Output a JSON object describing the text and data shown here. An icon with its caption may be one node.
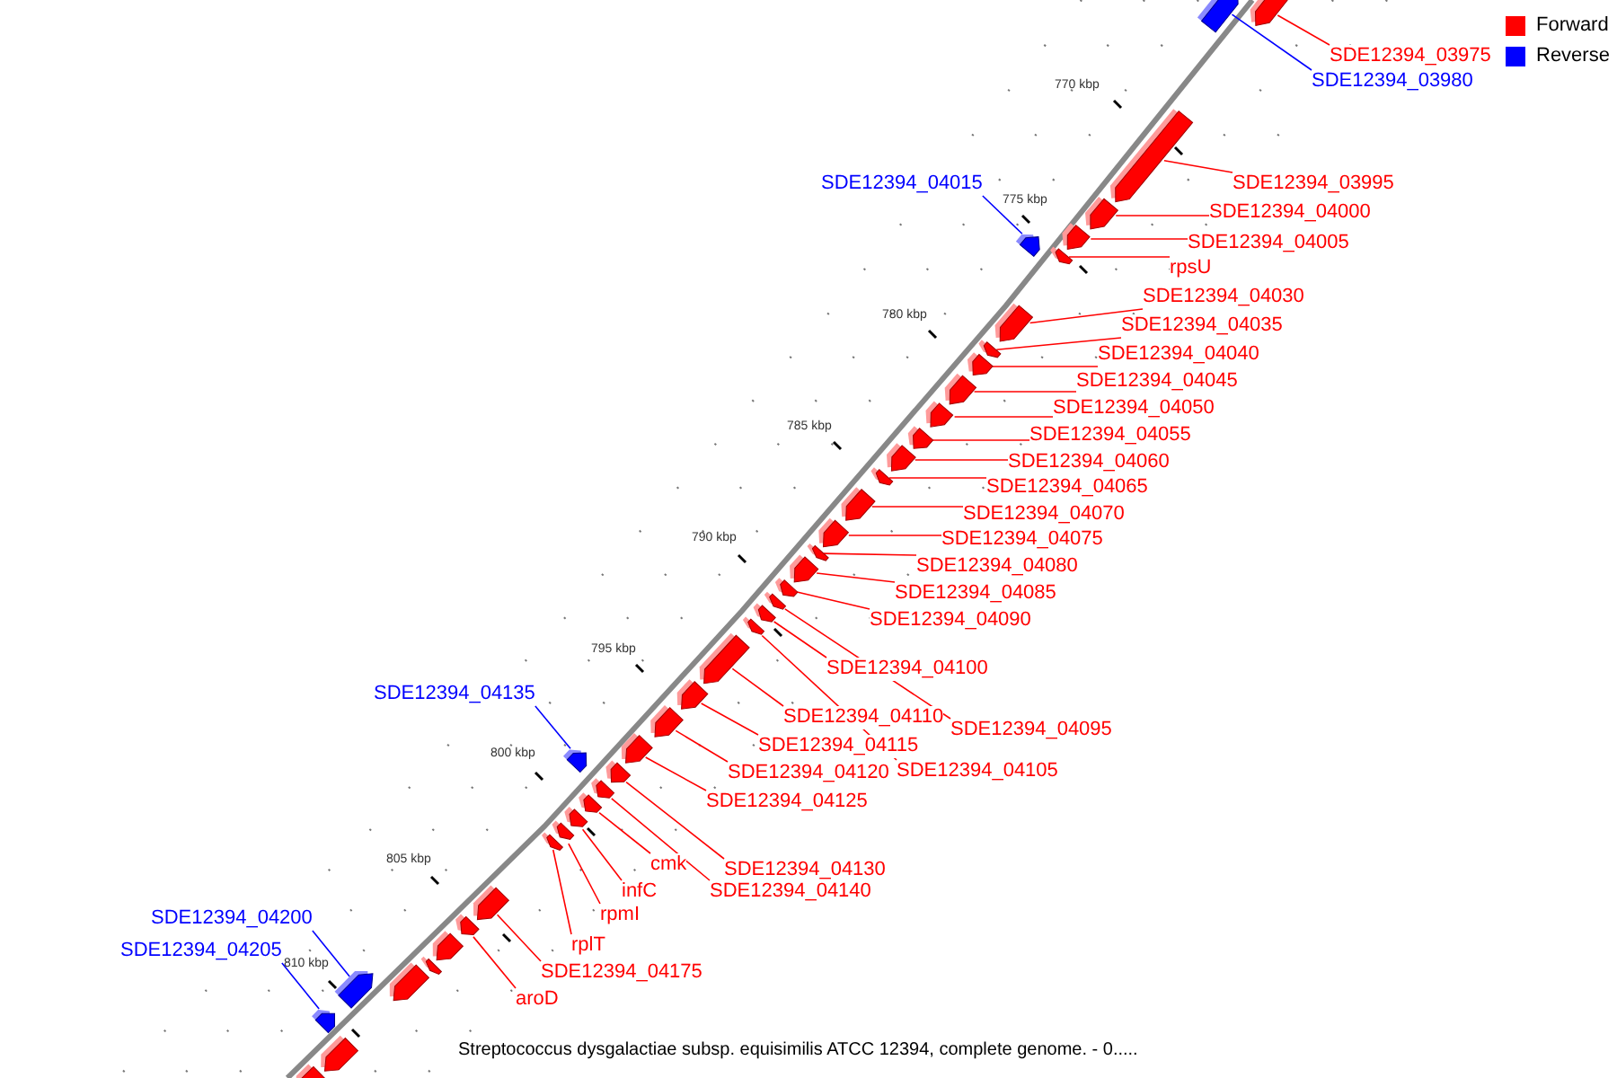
{
  "diagram": {
    "caption": "Streptococcus dysgalactiae subsp. equisimilis ATCC 12394, complete genome. - 0.....",
    "nodes": [
      {
        "text": [
          "SDE12394_03975"
        ]
      },
      {
        "text": [
          "SDE12394_03980"
        ]
      },
      {
        "text": [
          "SDE12394_04015"
        ]
      },
      {
        "text": [
          "SDE12394_03995"
        ]
      },
      {
        "text": [
          "SDE12394_04000"
        ]
      },
      {
        "text": [
          "SDE12394_04005"
        ]
      },
      {
        "text": [
          "rpsU"
        ]
      },
      {
        "text": [
          "SDE12394_04030"
        ]
      },
      {
        "text": [
          "SDE12394_04035"
        ]
      },
      {
        "text": [
          "SDE12394_04040"
        ]
      },
      {
        "text": [
          "SDE12394_04045"
        ]
      },
      {
        "text": [
          "SDE12394_04050"
        ]
      },
      {
        "text": [
          "SDE12394_04055"
        ]
      },
      {
        "text": [
          "SDE12394_04060"
        ]
      },
      {
        "text": [
          "SDE12394_04065"
        ]
      },
      {
        "text": [
          "SDE12394_04070"
        ]
      },
      {
        "text": [
          "SDE12394_04075"
        ]
      },
      {
        "text": [
          "SDE12394_04080"
        ]
      },
      {
        "text": [
          "SDE12394_04085"
        ]
      },
      {
        "text": [
          "SDE12394_04090"
        ]
      },
      {
        "text": [
          "SDE12394_04100"
        ]
      },
      {
        "text": [
          "SDE12394_04135"
        ]
      },
      {
        "text": [
          "SDE12394_04110"
        ]
      },
      {
        "text": [
          "SDE12394_04095"
        ]
      },
      {
        "text": [
          "SDE12394_04115"
        ]
      },
      {
        "text": [
          "SDE12394_04105"
        ]
      },
      {
        "text": [
          "SDE12394_04120"
        ]
      },
      {
        "text": [
          "SDE12394_04125"
        ]
      },
      {
        "text": [
          "cmk"
        ]
      },
      {
        "text": [
          "SDE12394_04130"
        ]
      },
      {
        "text": [
          "infC"
        ]
      },
      {
        "text": [
          "SDE12394_04140"
        ]
      },
      {
        "text": [
          "rpmI"
        ]
      },
      {
        "text": [
          "SDE12394_04200"
        ]
      },
      {
        "text": [
          "rplT"
        ]
      },
      {
        "text": [
          "SDE12394_04205"
        ]
      },
      {
        "text": [
          "SDE12394_04175"
        ]
      },
      {
        "text": [
          "aroD"
        ]
      },
      {
        "text": [],
        "shape": "pentagon"
      },
      {
        "text": [],
        "shape": "pentagon"
      },
      {
        "text": [],
        "shape": "pentagon"
      },
      {
        "text": [],
        "shape": "pentagon"
      },
      {
        "text": [],
        "shape": "pentagon"
      },
      {
        "text": [],
        "shape": "pentagon"
      },
      {
        "text": [],
        "shape": "pentagon"
      },
      {
        "text": [],
        "shape": "pentagon"
      },
      {
        "text": [],
        "shape": "pentagon"
      },
      {
        "text": [],
        "shape": "pentagon"
      },
      {
        "text": [],
        "shape": "pentagon"
      },
      {
        "text": [],
        "shape": "pentagon"
      },
      {
        "text": [],
        "shape": "pentagon"
      },
      {
        "text": [],
        "shape": "pentagon"
      },
      {
        "text": [],
        "shape": "pentagon"
      },
      {
        "text": [],
        "shape": "pentagon"
      },
      {
        "text": [],
        "shape": "pentagon"
      },
      {
        "text": [],
        "shape": "pentagon"
      },
      {
        "text": [],
        "shape": "pentagon"
      },
      {
        "text": [],
        "shape": "pentagon"
      },
      {
        "text": [],
        "shape": "pentagon"
      },
      {
        "text": [],
        "shape": "pentagon"
      },
      {
        "text": [],
        "shape": "pentagon"
      },
      {
        "text": [],
        "shape": "pentagon"
      },
      {
        "text": [],
        "shape": "pentagon"
      },
      {
        "text": [],
        "shape": "pentagon"
      },
      {
        "text": [],
        "shape": "pentagon"
      },
      {
        "text": [],
        "shape": "pentagon"
      },
      {
        "text": [],
        "shape": "pentagon"
      },
      {
        "text": [],
        "shape": "pentagon"
      },
      {
        "text": [],
        "shape": "pentagon"
      },
      {
        "text": [],
        "shape": "pentagon"
      },
      {
        "text": [],
        "shape": "pentagon"
      },
      {
        "text": [],
        "shape": "pentagon"
      },
      {
        "text": [],
        "shape": "pentagon"
      },
      {
        "text": [],
        "shape": "pentagon"
      },
      {
        "text": [],
        "shape": "pentagon"
      },
      {
        "text": [],
        "shape": "pentagon"
      },
      {
        "text": [],
        "shape": "pentagon"
      },
      {
        "text": [],
        "shape": "pentagon"
      },
      {
        "text": [],
        "shape": "pentagon"
      },
      {
        "text": [],
        "shape": "pentagon"
      },
      {
        "text": [],
        "shape": "pentagon"
      }
    ],
    "edges": [
      {
        "from": 0,
        "to": 39,
        "arrow": "none"
      },
      {
        "from": 1,
        "to": 38,
        "arrow": "none",
        "color": "#0000ff"
      },
      {
        "from": 2,
        "to": 44,
        "arrow": "none",
        "color": "#0000ff"
      },
      {
        "from": 3,
        "to": 40,
        "arrow": "none"
      },
      {
        "from": 4,
        "to": 41,
        "arrow": "none"
      },
      {
        "from": 5,
        "to": 42,
        "arrow": "none"
      },
      {
        "from": 6,
        "to": 43,
        "arrow": "none"
      },
      {
        "from": 7,
        "to": 45,
        "arrow": "none"
      },
      {
        "from": 8,
        "to": 46,
        "arrow": "none"
      },
      {
        "from": 9,
        "to": 47,
        "arrow": "none"
      },
      {
        "from": 10,
        "to": 48,
        "arrow": "none"
      },
      {
        "from": 11,
        "to": 49,
        "arrow": "none"
      },
      {
        "from": 12,
        "to": 50,
        "arrow": "none"
      },
      {
        "from": 13,
        "to": 51,
        "arrow": "none"
      },
      {
        "from": 14,
        "to": 52,
        "arrow": "none"
      },
      {
        "from": 15,
        "to": 53,
        "arrow": "none"
      },
      {
        "from": 16,
        "to": 54,
        "arrow": "none"
      },
      {
        "from": 17,
        "to": 55,
        "arrow": "none"
      },
      {
        "from": 18,
        "to": 56,
        "arrow": "none"
      },
      {
        "from": 19,
        "to": 57,
        "arrow": "none"
      },
      {
        "from": 20,
        "to": 59,
        "arrow": "none"
      },
      {
        "from": 21,
        "to": 65,
        "arrow": "none",
        "color": "#0000ff"
      },
      {
        "from": 22,
        "to": 61,
        "arrow": "none"
      },
      {
        "from": 23,
        "to": 58,
        "arrow": "none"
      },
      {
        "from": 24,
        "to": 62,
        "arrow": "none"
      },
      {
        "from": 25,
        "to": 60,
        "arrow": "none"
      },
      {
        "from": 26,
        "to": 63,
        "arrow": "none"
      },
      {
        "from": 27,
        "to": 64,
        "arrow": "none"
      },
      {
        "from": 28,
        "to": 68,
        "arrow": "none"
      },
      {
        "from": 29,
        "to": 66,
        "arrow": "none"
      },
      {
        "from": 30,
        "to": 69,
        "arrow": "none"
      },
      {
        "from": 31,
        "to": 67,
        "arrow": "none"
      },
      {
        "from": 32,
        "to": 70,
        "arrow": "none"
      },
      {
        "from": 33,
        "to": 76,
        "arrow": "none",
        "color": "#0000ff"
      },
      {
        "from": 34,
        "to": 71,
        "arrow": "none"
      },
      {
        "from": 35,
        "to": 78,
        "arrow": "none",
        "color": "#0000ff"
      },
      {
        "from": 36,
        "to": 72,
        "arrow": "none"
      },
      {
        "from": 37,
        "to": 73,
        "arrow": "none"
      }
    ],
    "labels": [
      "770 kbp",
      "775 kbp",
      "780 kbp",
      "785 kbp",
      "790 kbp",
      "795 kbp",
      "800 kbp",
      "805 kbp",
      "810 kbp"
    ],
    "legend": [
      {
        "text": "Forward",
        "color": "#ff0000"
      },
      {
        "text": "Reverse",
        "color": "#0000ff"
      }
    ]
  }
}
